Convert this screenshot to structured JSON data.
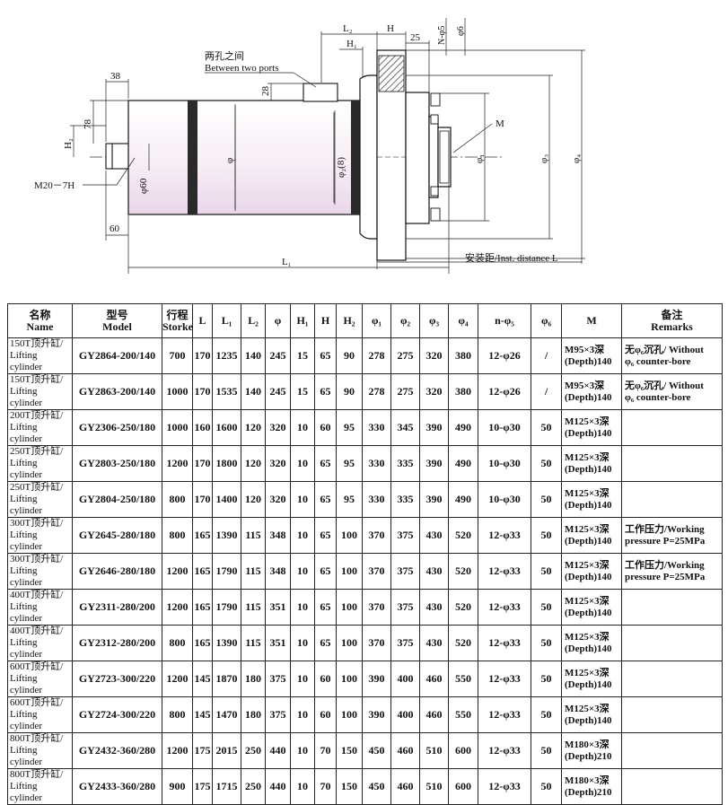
{
  "drawing": {
    "labels": {
      "ports_cn": "两孔之间",
      "ports_en": "Between two ports",
      "d38": "38",
      "d78": "78",
      "h2": "H₂",
      "thread": "M20－7H",
      "phi60": "φ60",
      "d60": "60",
      "l1": "L₁",
      "d28": "28",
      "phi": "φ",
      "phi2": "φ₂(8)",
      "l2": "L₂",
      "h": "H",
      "h1": "H₁",
      "d25": "25",
      "n_phi5": "N-φ5",
      "phi6": "φ6",
      "m": "M",
      "phi1": "φ₁",
      "phi3": "φ₃",
      "phi4": "φ₄",
      "inst": "安装距/Inst. distance  L"
    }
  },
  "table": {
    "headers": [
      {
        "cn": "名称",
        "en": "Name"
      },
      {
        "cn": "型号",
        "en": "Model"
      },
      {
        "cn": "行程",
        "en": "Storke"
      },
      {
        "cn": "L",
        "en": ""
      },
      {
        "cn": "L₁",
        "en": ""
      },
      {
        "cn": "L₂",
        "en": ""
      },
      {
        "cn": "φ",
        "en": ""
      },
      {
        "cn": "H₁",
        "en": ""
      },
      {
        "cn": "H",
        "en": ""
      },
      {
        "cn": "H₂",
        "en": ""
      },
      {
        "cn": "φ₁",
        "en": ""
      },
      {
        "cn": "φ₂",
        "en": ""
      },
      {
        "cn": "φ₃",
        "en": ""
      },
      {
        "cn": "φ₄",
        "en": ""
      },
      {
        "cn": "n-φ₅",
        "en": ""
      },
      {
        "cn": "φ₆",
        "en": ""
      },
      {
        "cn": "M",
        "en": ""
      },
      {
        "cn": "备注",
        "en": "Remarks"
      }
    ],
    "rows": [
      {
        "name_cn": "150T顶升缸/",
        "name_en": "Lifting cylinder",
        "model": "GY2864-200/140",
        "stroke": "700",
        "L": "170",
        "L1": "1235",
        "L2": "140",
        "phi": "245",
        "H1": "15",
        "H": "65",
        "H2": "90",
        "phi1": "278",
        "phi2": "275",
        "phi3": "320",
        "phi4": "380",
        "n_phi5": "12-φ26",
        "phi6": "/",
        "m1": "M95×3深",
        "m2": "(Depth)140",
        "rem1": "无φ₆沉孔/ Without",
        "rem2": "φ₆ counter-bore"
      },
      {
        "name_cn": "150T顶升缸/",
        "name_en": "Lifting cylinder",
        "model": "GY2863-200/140",
        "stroke": "1000",
        "L": "170",
        "L1": "1535",
        "L2": "140",
        "phi": "245",
        "H1": "15",
        "H": "65",
        "H2": "90",
        "phi1": "278",
        "phi2": "275",
        "phi3": "320",
        "phi4": "380",
        "n_phi5": "12-φ26",
        "phi6": "/",
        "m1": "M95×3深",
        "m2": "(Depth)140",
        "rem1": "无φ₆沉孔/ Without",
        "rem2": "φ₆ counter-bore"
      },
      {
        "name_cn": "200T顶升缸/",
        "name_en": "Lifting cylinder",
        "model": "GY2306-250/180",
        "stroke": "1000",
        "L": "160",
        "L1": "1600",
        "L2": "120",
        "phi": "320",
        "H1": "10",
        "H": "60",
        "H2": "95",
        "phi1": "330",
        "phi2": "345",
        "phi3": "390",
        "phi4": "490",
        "n_phi5": "10-φ30",
        "phi6": "50",
        "m1": "M125×3深",
        "m2": "(Depth)140",
        "rem1": "",
        "rem2": ""
      },
      {
        "name_cn": "250T顶升缸/",
        "name_en": "Lifting cylinder",
        "model": "GY2803-250/180",
        "stroke": "1200",
        "L": "170",
        "L1": "1800",
        "L2": "120",
        "phi": "320",
        "H1": "10",
        "H": "65",
        "H2": "95",
        "phi1": "330",
        "phi2": "335",
        "phi3": "390",
        "phi4": "490",
        "n_phi5": "10-φ30",
        "phi6": "50",
        "m1": "M125×3深",
        "m2": "(Depth)140",
        "rem1": "",
        "rem2": ""
      },
      {
        "name_cn": "250T顶升缸/",
        "name_en": "Lifting cylinder",
        "model": "GY2804-250/180",
        "stroke": "800",
        "L": "170",
        "L1": "1400",
        "L2": "120",
        "phi": "320",
        "H1": "10",
        "H": "65",
        "H2": "95",
        "phi1": "330",
        "phi2": "335",
        "phi3": "390",
        "phi4": "490",
        "n_phi5": "10-φ30",
        "phi6": "50",
        "m1": "M125×3深",
        "m2": "(Depth)140",
        "rem1": "",
        "rem2": ""
      },
      {
        "name_cn": "300T顶升缸/",
        "name_en": "Lifting cylinder",
        "model": "GY2645-280/180",
        "stroke": "800",
        "L": "165",
        "L1": "1390",
        "L2": "115",
        "phi": "348",
        "H1": "10",
        "H": "65",
        "H2": "100",
        "phi1": "370",
        "phi2": "375",
        "phi3": "430",
        "phi4": "520",
        "n_phi5": "12-φ33",
        "phi6": "50",
        "m1": "M125×3深",
        "m2": "(Depth)140",
        "rem1": "工作压力/Working",
        "rem2": "pressure P=25MPa"
      },
      {
        "name_cn": "300T顶升缸/",
        "name_en": "Lifting cylinder",
        "model": "GY2646-280/180",
        "stroke": "1200",
        "L": "165",
        "L1": "1790",
        "L2": "115",
        "phi": "348",
        "H1": "10",
        "H": "65",
        "H2": "100",
        "phi1": "370",
        "phi2": "375",
        "phi3": "430",
        "phi4": "520",
        "n_phi5": "12-φ33",
        "phi6": "50",
        "m1": "M125×3深",
        "m2": "(Depth)140",
        "rem1": "工作压力/Working",
        "rem2": "pressure P=25MPa"
      },
      {
        "name_cn": "400T顶升缸/",
        "name_en": "Lifting cylinder",
        "model": "GY2311-280/200",
        "stroke": "1200",
        "L": "165",
        "L1": "1790",
        "L2": "115",
        "phi": "351",
        "H1": "10",
        "H": "65",
        "H2": "100",
        "phi1": "370",
        "phi2": "375",
        "phi3": "430",
        "phi4": "520",
        "n_phi5": "12-φ33",
        "phi6": "50",
        "m1": "M125×3深",
        "m2": "(Depth)140",
        "rem1": "",
        "rem2": ""
      },
      {
        "name_cn": "400T顶升缸/",
        "name_en": "Lifting cylinder",
        "model": "GY2312-280/200",
        "stroke": "800",
        "L": "165",
        "L1": "1390",
        "L2": "115",
        "phi": "351",
        "H1": "10",
        "H": "65",
        "H2": "100",
        "phi1": "370",
        "phi2": "375",
        "phi3": "430",
        "phi4": "520",
        "n_phi5": "12-φ33",
        "phi6": "50",
        "m1": "M125×3深",
        "m2": "(Depth)140",
        "rem1": "",
        "rem2": ""
      },
      {
        "name_cn": "600T顶升缸/",
        "name_en": "Lifting cylinder",
        "model": "GY2723-300/220",
        "stroke": "1200",
        "L": "145",
        "L1": "1870",
        "L2": "180",
        "phi": "375",
        "H1": "10",
        "H": "60",
        "H2": "100",
        "phi1": "390",
        "phi2": "400",
        "phi3": "460",
        "phi4": "550",
        "n_phi5": "12-φ33",
        "phi6": "50",
        "m1": "M125×3深",
        "m2": "(Depth)140",
        "rem1": "",
        "rem2": ""
      },
      {
        "name_cn": "600T顶升缸/",
        "name_en": "Lifting cylinder",
        "model": "GY2724-300/220",
        "stroke": "800",
        "L": "145",
        "L1": "1470",
        "L2": "180",
        "phi": "375",
        "H1": "10",
        "H": "60",
        "H2": "100",
        "phi1": "390",
        "phi2": "400",
        "phi3": "460",
        "phi4": "550",
        "n_phi5": "12-φ33",
        "phi6": "50",
        "m1": "M125×3深",
        "m2": "(Depth)140",
        "rem1": "",
        "rem2": ""
      },
      {
        "name_cn": "800T顶升缸/",
        "name_en": "Lifting cylinder",
        "model": "GY2432-360/280",
        "stroke": "1200",
        "L": "175",
        "L1": "2015",
        "L2": "250",
        "phi": "440",
        "H1": "10",
        "H": "70",
        "H2": "150",
        "phi1": "450",
        "phi2": "460",
        "phi3": "510",
        "phi4": "600",
        "n_phi5": "12-φ33",
        "phi6": "50",
        "m1": "M180×3深",
        "m2": "(Depth)210",
        "rem1": "",
        "rem2": ""
      },
      {
        "name_cn": "800T顶升缸/",
        "name_en": "Lifting cylinder",
        "model": "GY2433-360/280",
        "stroke": "900",
        "L": "175",
        "L1": "1715",
        "L2": "250",
        "phi": "440",
        "H1": "10",
        "H": "70",
        "H2": "150",
        "phi1": "450",
        "phi2": "460",
        "phi3": "510",
        "phi4": "600",
        "n_phi5": "12-φ33",
        "phi6": "50",
        "m1": "M180×3深",
        "m2": "(Depth)210",
        "rem1": "",
        "rem2": ""
      }
    ]
  }
}
